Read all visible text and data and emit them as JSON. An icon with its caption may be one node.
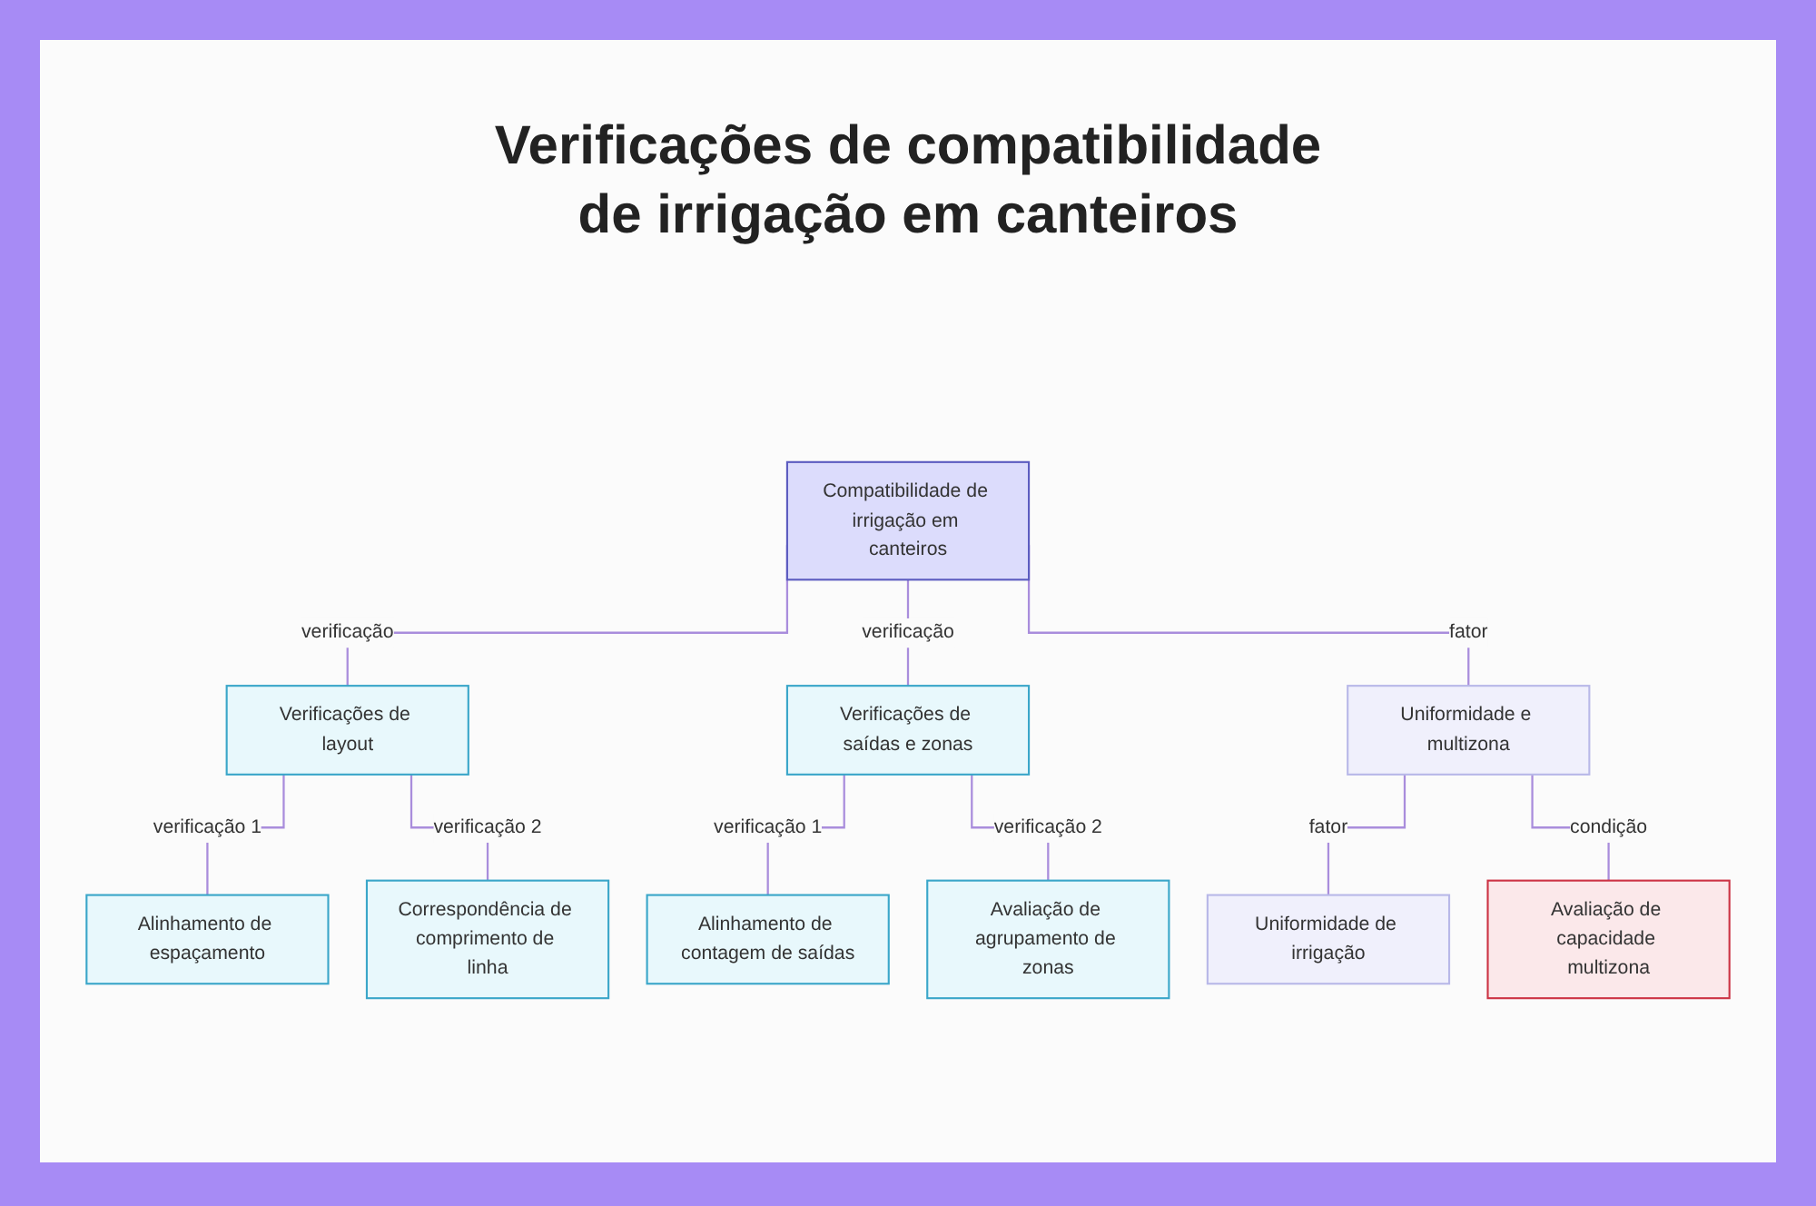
{
  "diagram": {
    "title": "Verificações de compatibilidade de irrigação em canteiros",
    "nodes": [
      {
        "text": [
          "Compatibilidade de irrigação em canteiros"
        ]
      },
      {
        "text": [
          "Verificações de layout"
        ]
      },
      {
        "text": [
          "Verificações de saídas e zonas"
        ]
      },
      {
        "text": [
          "Uniformidade e multizona"
        ]
      },
      {
        "text": [
          "Alinhamento de espaçamento"
        ]
      },
      {
        "text": [
          "Correspondência de comprimento de linha"
        ]
      },
      {
        "text": [
          "Alinhamento de contagem de saídas"
        ]
      },
      {
        "text": [
          "Avaliação de agrupamento de zonas"
        ]
      },
      {
        "text": [
          "Uniformidade de irrigação"
        ]
      },
      {
        "text": [
          "Avaliação de capacidade multizona"
        ]
      }
    ],
    "edges": [
      {
        "from": 0,
        "to": 1,
        "arrow": "none",
        "label": "verificação"
      },
      {
        "from": 0,
        "to": 2,
        "arrow": "none",
        "label": "verificação"
      },
      {
        "from": 0,
        "to": 3,
        "arrow": "none",
        "label": "fator"
      },
      {
        "from": 1,
        "to": 4,
        "arrow": "none",
        "label": "verificação 1"
      },
      {
        "from": 1,
        "to": 5,
        "arrow": "none",
        "label": "verificação 2"
      },
      {
        "from": 2,
        "to": 6,
        "arrow": "none",
        "label": "verificação 1"
      },
      {
        "from": 2,
        "to": 7,
        "arrow": "none",
        "label": "verificação 2"
      },
      {
        "from": 3,
        "to": 8,
        "arrow": "none",
        "label": "fator"
      },
      {
        "from": 3,
        "to": 9,
        "arrow": "none",
        "label": "condição"
      }
    ]
  }
}
